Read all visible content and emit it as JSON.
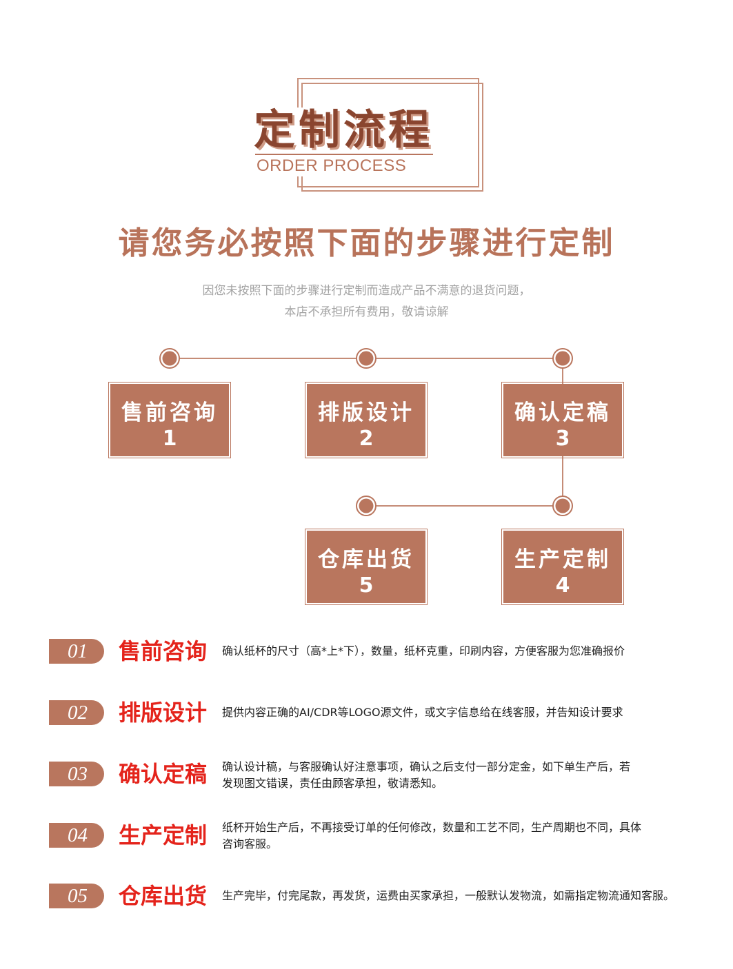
{
  "title": {
    "cn": "定制流程",
    "en": "ORDER PROCESS"
  },
  "heading": "请您务必按照下面的步骤进行定制",
  "notice": [
    "因您未按照下面的步骤进行定制而造成产品不满意的退货问题，",
    "本店不承担所有费用，敬请谅解"
  ],
  "flow": [
    {
      "label": "售前咨询",
      "num": "1"
    },
    {
      "label": "排版设计",
      "num": "2"
    },
    {
      "label": "确认定稿",
      "num": "3"
    },
    {
      "label": "生产定制",
      "num": "4"
    },
    {
      "label": "仓库出货",
      "num": "5"
    }
  ],
  "steps": [
    {
      "num": "01",
      "title": "售前咨询",
      "desc": [
        "确认纸杯的尺寸（高*上*下），数量，纸杯克重，印刷内容，方便客服为您准确报价"
      ]
    },
    {
      "num": "02",
      "title": "排版设计",
      "desc": [
        "提供内容正确的AI/CDR等LOGO源文件，或文字信息给在线客服，并告知设计要求"
      ]
    },
    {
      "num": "03",
      "title": "确认定稿",
      "desc": [
        "确认设计稿，与客服确认好注意事项，确认之后支付一部分定金，如下单生产后，若",
        "发现图文错误，责任由顾客承担，敬请悉知。"
      ]
    },
    {
      "num": "04",
      "title": "生产定制",
      "desc": [
        "纸杯开始生产后，不再接受订单的任何修改，数量和工艺不同，生产周期也不同，具体",
        "咨询客服。"
      ]
    },
    {
      "num": "05",
      "title": "仓库出货",
      "desc": [
        "生产完毕，付完尾款，再发货，运费由买家承担，一般默认发物流，如需指定物流通知客服。"
      ]
    }
  ],
  "colors": {
    "brown": "#b9765e",
    "title_dark": "#8a452f",
    "heading": "#b8735a",
    "step_title_red": "#e4231b",
    "notice_gray": "#a3a3a3"
  }
}
